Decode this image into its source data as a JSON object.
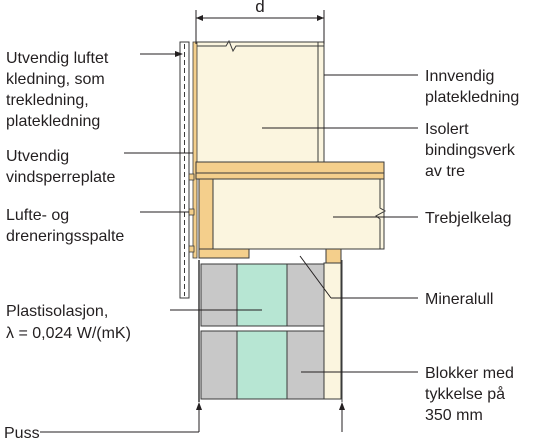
{
  "dimension_label": "d",
  "colors": {
    "wood": "#fbeec8",
    "wood_outline": "#3a3a3a",
    "insulation": "#fbf5df",
    "beam": "#f4cf8c",
    "block": "#c8c8c8",
    "plastic_insulation": "#b7e6d3",
    "cladding": "#ffffff",
    "line": "#231f20"
  },
  "labels": {
    "outer_cladding": [
      "Utvendig luftet",
      "kledning, som",
      "trekledning,",
      "platekledning"
    ],
    "wind_barrier": [
      "Utvendig",
      "vindsperreplate"
    ],
    "air_gap": [
      "Lufte- og",
      "dreneringsspalte"
    ],
    "plastic_insulation": [
      "Plastisolasjon,",
      "λ = 0,024 W/(mK)"
    ],
    "plaster": [
      "Puss"
    ],
    "inner_cladding": [
      "Innvendig",
      "platekledning"
    ],
    "insulated_frame": [
      "Isolert",
      "bindingsverk",
      "av tre"
    ],
    "joist_layer": [
      "Trebjelkelag"
    ],
    "mineral_wool": [
      "Mineralull"
    ],
    "blocks": [
      "Blokker med",
      "tykkelse på",
      "350 mm"
    ]
  }
}
